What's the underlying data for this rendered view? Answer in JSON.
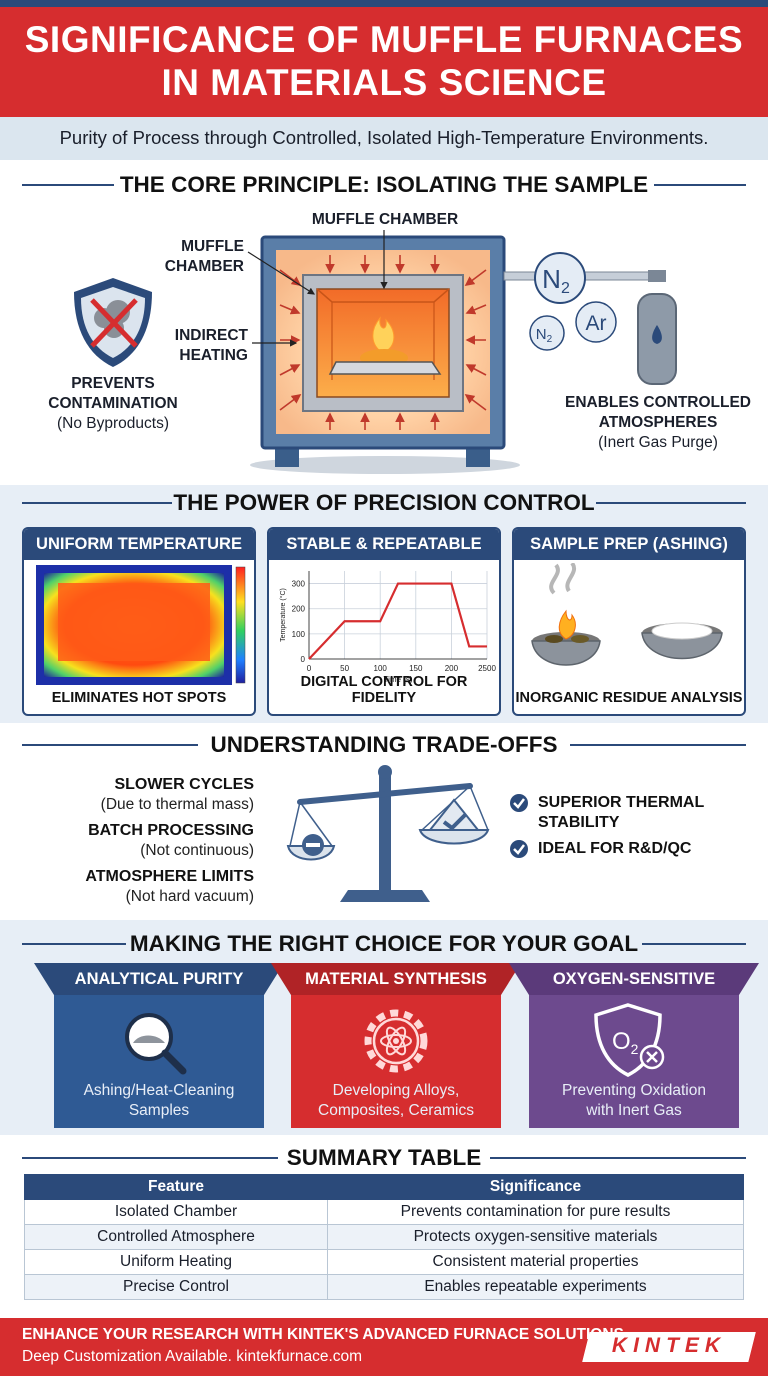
{
  "header": {
    "title_line1": "SIGNIFICANCE OF MUFFLE FURNACES",
    "title_line2": "IN MATERIALS SCIENCE",
    "subtitle": "Purity of Process through Controlled, Isolated High-Temperature Environments."
  },
  "core": {
    "title": "THE CORE PRINCIPLE: ISOLATING THE SAMPLE",
    "label_muffle_top": "MUFFLE CHAMBER",
    "label_muffle_left_1": "MUFFLE",
    "label_muffle_left_2": "CHAMBER",
    "label_indirect_1": "INDIRECT",
    "label_indirect_2": "HEATING",
    "prevents_1": "PREVENTS",
    "prevents_2": "CONTAMINATION",
    "prevents_sub": "(No Byproducts)",
    "enables_1": "ENABLES CONTROLLED",
    "enables_2": "ATMOSPHERES",
    "enables_sub": "(Inert Gas Purge)",
    "gas_n2_big": "N",
    "gas_n2_small": "N",
    "gas_ar": "Ar",
    "gas_sub": "2"
  },
  "precision": {
    "title": "THE POWER OF PRECISION CONTROL",
    "panels": [
      {
        "title": "UNIFORM TEMPERATURE",
        "caption": "ELIMINATES HOT SPOTS"
      },
      {
        "title": "STABLE & REPEATABLE",
        "caption": "DIGITAL CONTROL FOR FIDELITY"
      },
      {
        "title": "SAMPLE PREP (ASHING)",
        "caption": "INORGANIC RESIDUE ANALYSIS"
      }
    ]
  },
  "chart_data": {
    "type": "line",
    "xlabel": "Time (s)",
    "ylabel": "Temperature (°C)",
    "x_ticks": [
      "0",
      "50",
      "100",
      "150",
      "200",
      "2500"
    ],
    "y_ticks": [
      "0",
      "100",
      "200",
      "300"
    ],
    "xlim": [
      0,
      250
    ],
    "ylim": [
      0,
      350
    ],
    "series": [
      {
        "x": [
          0,
          50,
          100,
          125,
          175,
          200,
          225,
          250
        ],
        "y": [
          0,
          150,
          150,
          300,
          300,
          300,
          50,
          50
        ]
      }
    ]
  },
  "tradeoffs": {
    "title": "UNDERSTANDING TRADE-OFFS",
    "cons": [
      {
        "label": "SLOWER CYCLES",
        "sub": "(Due to thermal mass)"
      },
      {
        "label": "BATCH PROCESSING",
        "sub": "(Not continuous)"
      },
      {
        "label": "ATMOSPHERE LIMITS",
        "sub": "(Not hard vacuum)"
      }
    ],
    "pros": [
      "SUPERIOR THERMAL",
      "STABILITY",
      "IDEAL FOR R&D/QC"
    ]
  },
  "choice": {
    "title": "MAKING THE RIGHT CHOICE FOR YOUR GOAL",
    "cards": [
      {
        "title": "ANALYTICAL PURITY",
        "line1": "Ashing/Heat-Cleaning",
        "line2": "Samples"
      },
      {
        "title": "MATERIAL SYNTHESIS",
        "line1": "Developing Alloys,",
        "line2": "Composites, Ceramics"
      },
      {
        "title": "OXYGEN-SENSITIVE",
        "line1": "Preventing Oxidation",
        "line2": "with Inert Gas"
      }
    ],
    "o2_symbol": "O",
    "o2_sub": "2"
  },
  "summary": {
    "title": "SUMMARY TABLE",
    "columns": [
      "Feature",
      "Significance"
    ],
    "rows": [
      [
        "Isolated Chamber",
        "Prevents contamination for pure results"
      ],
      [
        "Controlled Atmosphere",
        "Protects oxygen-sensitive materials"
      ],
      [
        "Uniform Heating",
        "Consistent material properties"
      ],
      [
        "Precise Control",
        "Enables repeatable experiments"
      ]
    ]
  },
  "footer": {
    "line1": "ENHANCE YOUR RESEARCH WITH KINTEK'S ADVANCED FURNACE SOLUTIONS.",
    "line2": "Deep Customization Available. kintekfurnace.com",
    "logo": "KINTEK"
  },
  "colors": {
    "brand_red": "#d62d2f",
    "navy": "#2b4a7a",
    "purple": "#6d4a8e",
    "light_bg": "#e7eef6"
  }
}
